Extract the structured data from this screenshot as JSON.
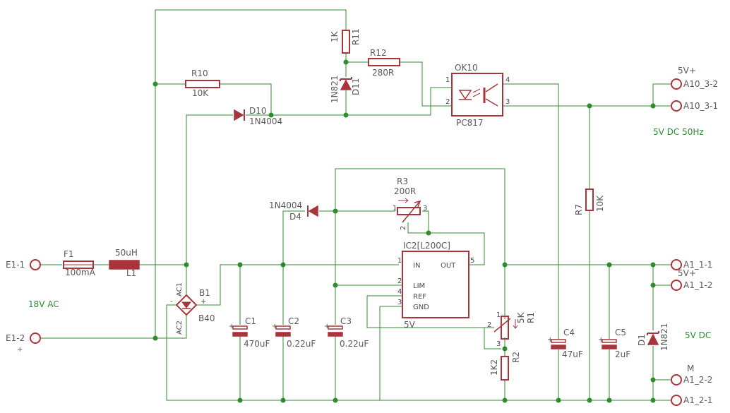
{
  "fuse": {
    "ref": "F1",
    "value": "100mA"
  },
  "inductor": {
    "ref": "L1",
    "value": "50uH"
  },
  "bridge": {
    "ref": "B1",
    "value": "B40",
    "ac1": "AC1",
    "ac2": "AC2",
    "plus": "+",
    "minus": "-"
  },
  "input": {
    "e1_1": "E1-1",
    "e1_2": "E1-2",
    "voltage": "18V AC",
    "e1_2_mark": "+"
  },
  "r10": {
    "ref": "R10",
    "value": "10K"
  },
  "r11": {
    "ref": "R11",
    "value": "1K"
  },
  "r12": {
    "ref": "R12",
    "value": "280R"
  },
  "d10": {
    "ref": "D10",
    "value": "1N4004"
  },
  "d11": {
    "ref": "D11",
    "value": "1N821"
  },
  "d4": {
    "ref": "D4",
    "value": "1N4004"
  },
  "d1": {
    "ref": "D1",
    "value": "1N821"
  },
  "optocoupler": {
    "ref": "OK10",
    "value": "PC817",
    "p1": "1",
    "p2": "2",
    "p3": "3",
    "p4": "4"
  },
  "out_top": {
    "v": "5V+",
    "a3_2": "A10_3-2",
    "a3_1": "A10_3-1",
    "label": "5V DC 50Hz"
  },
  "r3": {
    "ref": "R3",
    "value": "200R",
    "p1": "1",
    "p2": "2",
    "p3": "3"
  },
  "r7": {
    "ref": "R7",
    "value": "10K"
  },
  "ic2": {
    "ref": "IC2",
    "value": "L200C",
    "in": "IN",
    "out": "OUT",
    "lim": "LIM",
    "ref_pin": "REF",
    "gnd": "GND",
    "pin1": "1",
    "pin2": "2",
    "pin3": "3",
    "pin4": "4",
    "pin5": "5",
    "label5v": "5V"
  },
  "r1": {
    "ref": "R1",
    "value": "5K",
    "p1": "1",
    "p2": "2",
    "p3": "3"
  },
  "r2": {
    "ref": "R2",
    "value": "1K2"
  },
  "c1": {
    "ref": "C1",
    "value": "470uF"
  },
  "c2": {
    "ref": "C2",
    "value": "0.22uF"
  },
  "c3": {
    "ref": "C3",
    "value": "0.22uF"
  },
  "c4": {
    "ref": "C4",
    "value": "47uF"
  },
  "c5": {
    "ref": "C5",
    "value": "2uF"
  },
  "out_bottom": {
    "a1_1": "A1_1-1",
    "a1_2": "A1_1-2",
    "v": "5V+",
    "label": "5V DC",
    "m": "M",
    "a2_2": "A1_2-2",
    "a2_1": "A1_2-1"
  }
}
